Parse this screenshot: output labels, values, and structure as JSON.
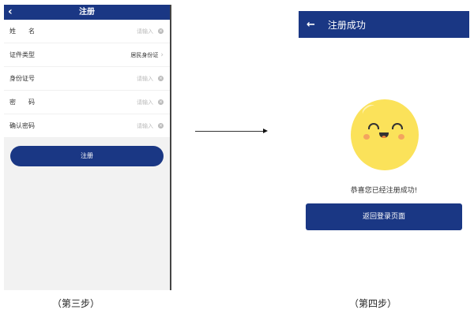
{
  "step3": {
    "header": {
      "back_icon": "‹",
      "title": "注册"
    },
    "fields": [
      {
        "label": "姓　　名",
        "placeholder": "请输入",
        "type": "input"
      },
      {
        "label": "证件类型",
        "value": "居民身份证",
        "type": "select"
      },
      {
        "label": "身份证号",
        "placeholder": "请输入",
        "type": "input"
      },
      {
        "label": "密　　码",
        "placeholder": "请输入",
        "type": "input"
      },
      {
        "label": "确认密码",
        "placeholder": "请输入",
        "type": "input"
      }
    ],
    "clear_icon": "×",
    "chevron_icon": "›",
    "register_button": "注册",
    "caption": "（第三步）"
  },
  "step4": {
    "header": {
      "back_icon": "←",
      "title": "注册成功"
    },
    "message": "恭喜您已经注册成功!",
    "return_button": "返回登录页面",
    "caption": "（第四步）"
  },
  "colors": {
    "primary": "#1a3784",
    "smiley": "#fbe25a",
    "background": "#f2f2f2"
  }
}
